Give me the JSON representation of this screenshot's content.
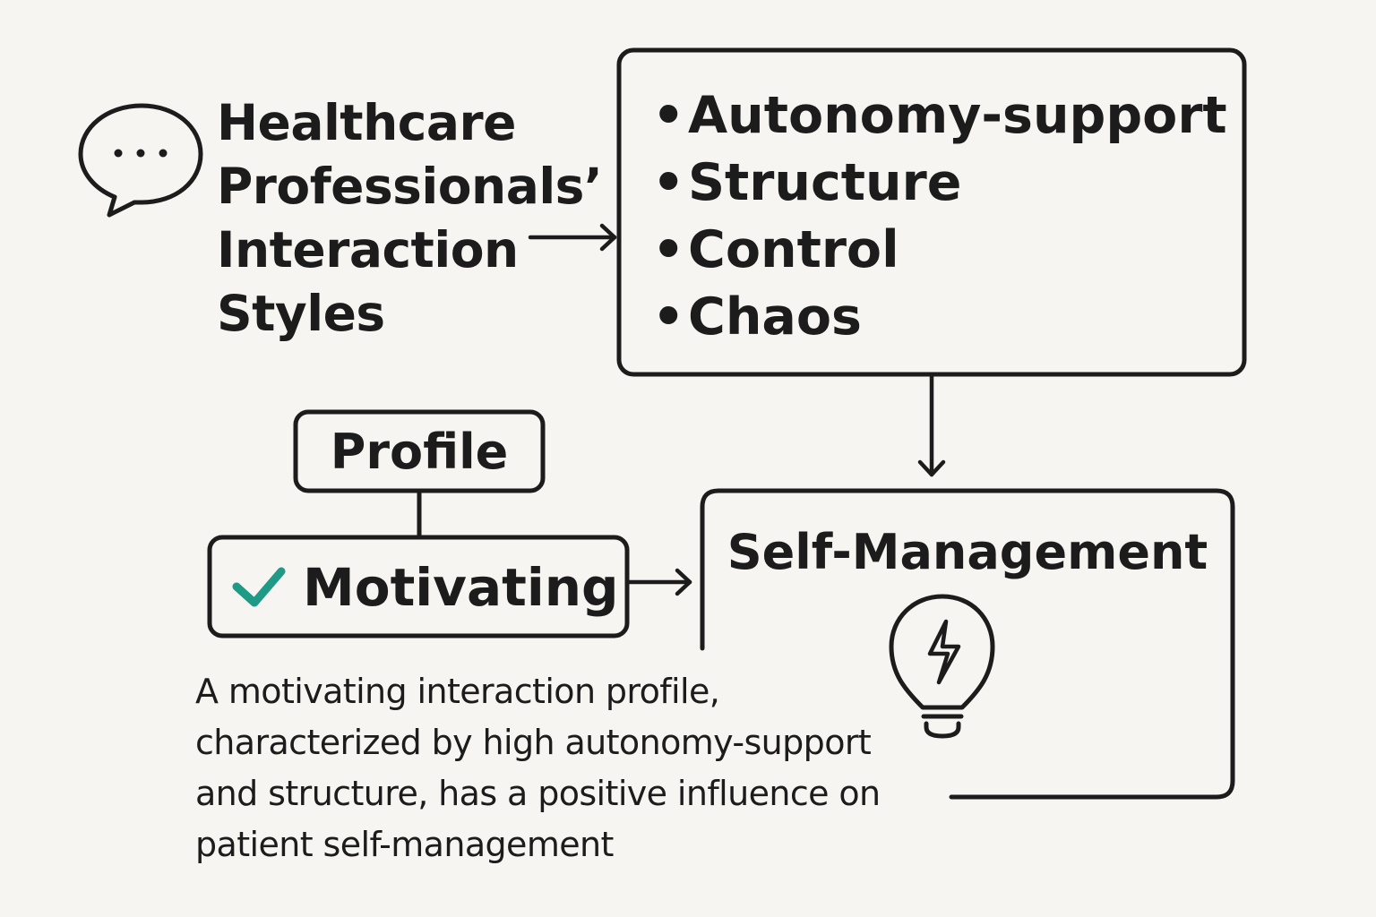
{
  "title_lines": [
    "Healthcare",
    "Professionals’",
    "Interaction",
    "Styles"
  ],
  "interaction_styles": [
    "Autonomy-support",
    "Structure",
    "Control",
    "Chaos"
  ],
  "bullet_char": "•",
  "profile": {
    "label": "Profile",
    "selected": "Motivating"
  },
  "outcome": {
    "label": "Self-Management"
  },
  "caption_lines": [
    "A motivating interaction profile,",
    "characterized by high autonomy-support",
    "and structure, has a positive influence on",
    "patient self-management"
  ],
  "icons": {
    "speech": "speech-bubble-icon",
    "check": "checkmark-icon",
    "bulb": "lightbulb-bolt-icon"
  },
  "colors": {
    "background": "#f6f5f1",
    "ink": "#1c1c1c",
    "check": "#1f9a86"
  }
}
